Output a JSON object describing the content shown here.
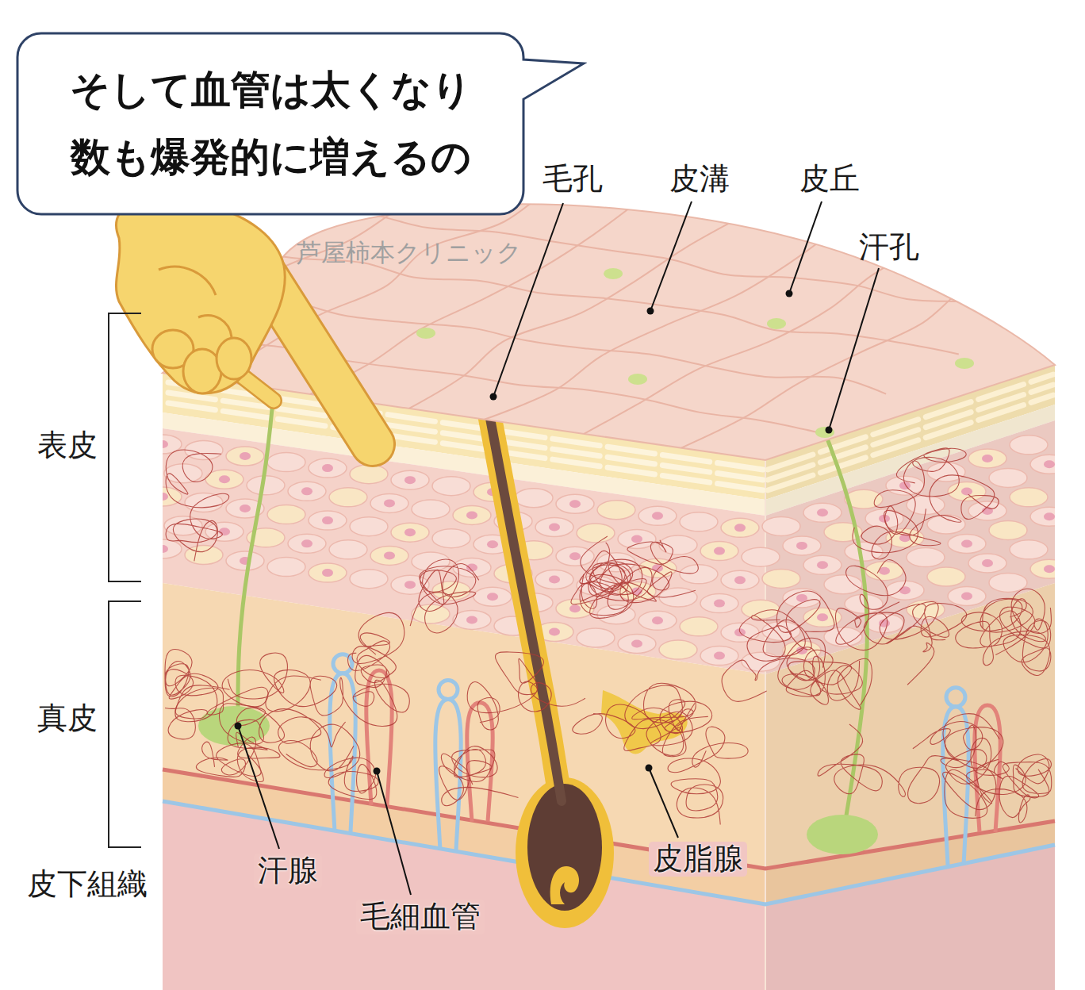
{
  "diagram": {
    "nodes": [
      {
        "text": [
          "そして血管は太くなり 数も爆発的に増えるの"
        ]
      }
    ],
    "edges": [],
    "labels": [
      "毛孔",
      "皮溝",
      "皮丘",
      "汗孔",
      "芦屋柿本クリニック",
      "表皮",
      "真皮",
      "汗腺",
      "皮下組織",
      "毛細血管",
      "皮脂腺"
    ]
  }
}
